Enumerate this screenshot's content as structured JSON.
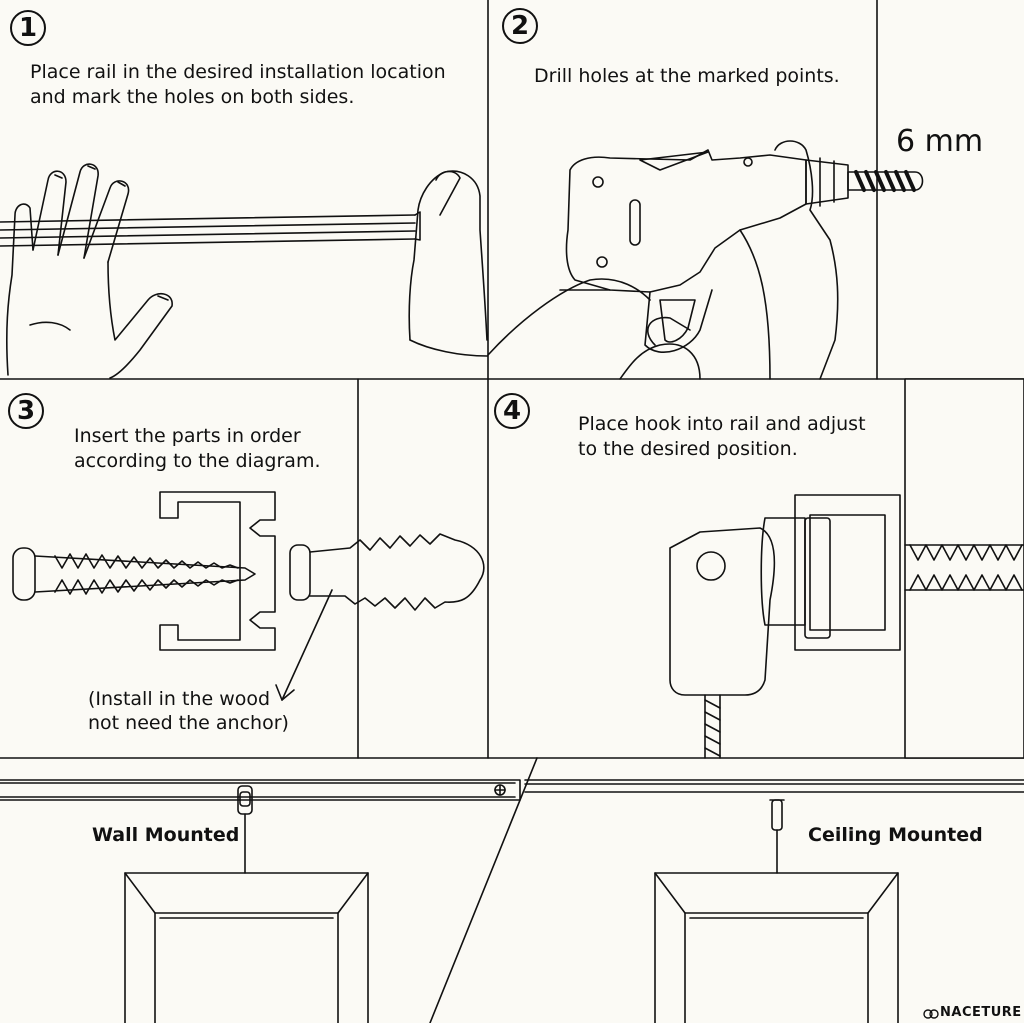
{
  "steps": [
    {
      "number": "1",
      "text_line1": "Place rail in the desired installation location",
      "text_line2": "and mark the holes on both sides."
    },
    {
      "number": "2",
      "text_line1": "Drill holes at the marked points.",
      "measurement": "6 mm"
    },
    {
      "number": "3",
      "text_line1": "Insert the parts in order",
      "text_line2": "according to the diagram.",
      "note_line1": "(Install in the wood",
      "note_line2": "not need the anchor)"
    },
    {
      "number": "4",
      "text_line1": "Place hook into rail and adjust",
      "text_line2": "to the desired position."
    }
  ],
  "mounting": {
    "wall_label": "Wall Mounted",
    "ceiling_label": "Ceiling Mounted"
  },
  "brand": {
    "name": "NACETURE"
  },
  "colors": {
    "line": "#111111",
    "background": "#fbfaf5",
    "wall_panel": "#fbfaf5"
  }
}
